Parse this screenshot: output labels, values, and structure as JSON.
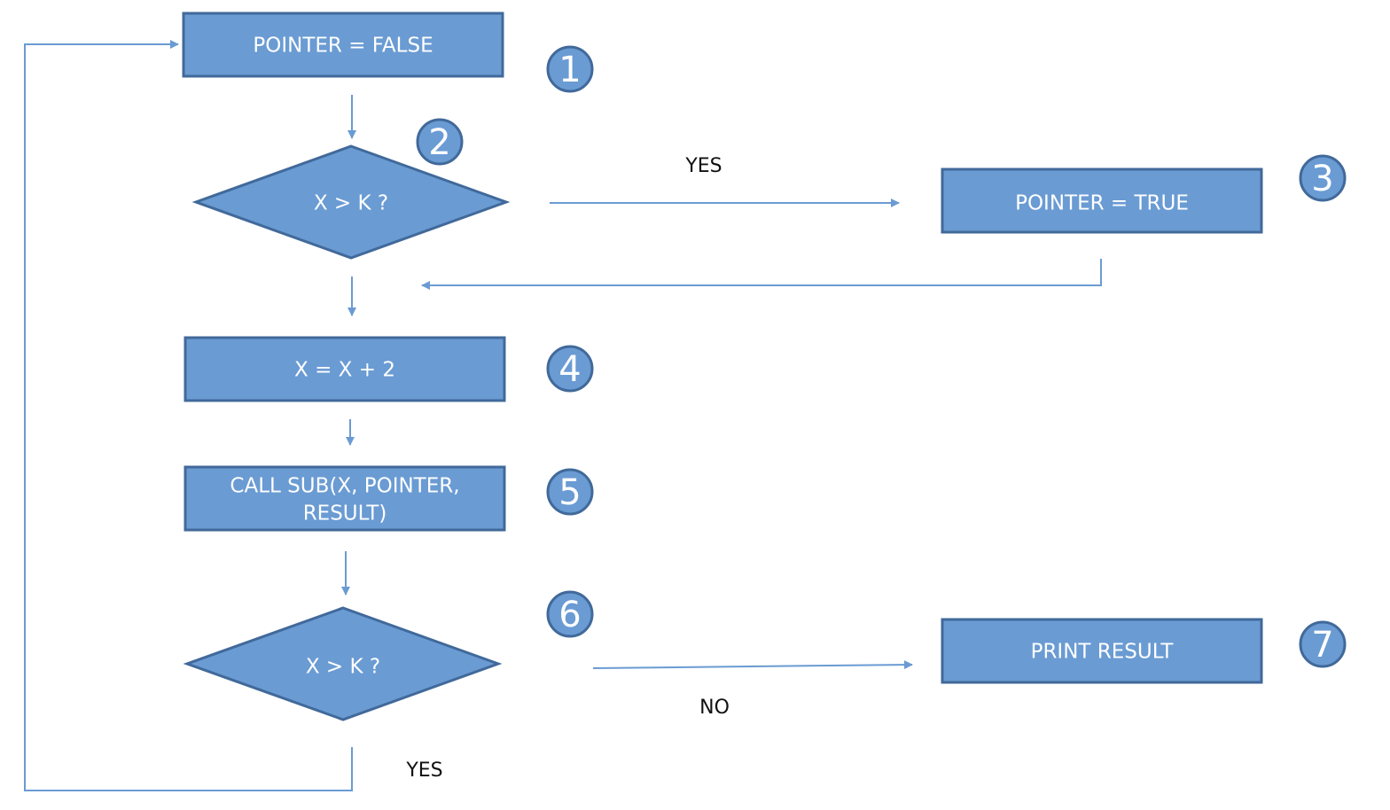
{
  "nodes": {
    "pointer_false": "POINTER  =  FALSE",
    "decision_top": "X > K ?",
    "pointer_true": "POINTER  =  TRUE",
    "increment": "X = X + 2",
    "call_sub_line1": "CALL SUB(X, POINTER,",
    "call_sub_line2": "RESULT)",
    "decision_bottom": "X > K ?",
    "print_result": "PRINT RESULT"
  },
  "edge_labels": {
    "top_yes": "YES",
    "bottom_no": "NO",
    "bottom_yes": "YES"
  },
  "badges": [
    "1",
    "2",
    "3",
    "4",
    "5",
    "6",
    "7"
  ],
  "colors": {
    "node_fill": "#6a9bd3",
    "node_stroke": "#41699a",
    "edge": "#6a9bd3",
    "label_text": "#111111"
  }
}
